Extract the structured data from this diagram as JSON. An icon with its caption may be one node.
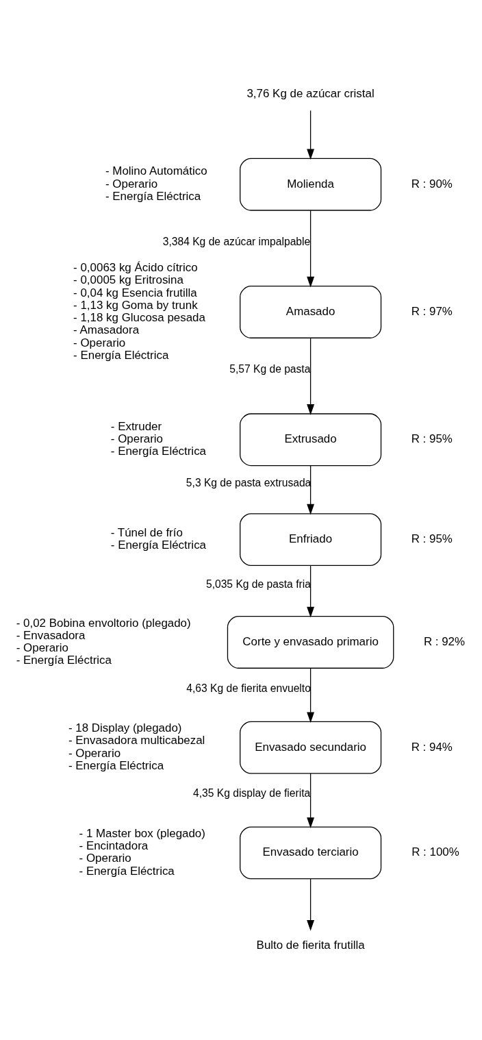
{
  "diagram": {
    "nodes": [
      {
        "text": [
          "3,76 Kg de azúcar cristal"
        ]
      },
      {
        "text": [
          "Molienda"
        ],
        "beside": [
          "- Molino Automático",
          "- Operario",
          "- Energía Eléctrica",
          "R : 90%"
        ]
      },
      {
        "text": [
          "Amasado"
        ],
        "beside": [
          "- 0,0063 kg Ácido cítrico",
          "- 0,0005 kg Eritrosina",
          "- 0,04 kg Esencia frutilla",
          "- 1,13 kg Goma by trunk",
          "- 1,18 kg Glucosa pesada",
          "- Amasadora",
          "- Operario",
          "- Energía Eléctrica",
          "R : 97%"
        ]
      },
      {
        "text": [
          "Extrusado"
        ],
        "beside": [
          "- Extruder",
          "- Operario",
          "- Energía Eléctrica",
          "R : 95%"
        ]
      },
      {
        "text": [
          "Enfriado"
        ],
        "beside": [
          "- Túnel de frío",
          "- Energía Eléctrica",
          "R : 95%"
        ]
      },
      {
        "text": [
          "Corte y envasado primario"
        ],
        "beside": [
          "- 0,02 Bobina envoltorio (plegado)",
          "- Envasadora",
          "- Operario",
          "- Energía Eléctrica",
          "R : 92%"
        ]
      },
      {
        "text": [
          "Envasado secundario"
        ],
        "beside": [
          "- 18 Display (plegado)",
          "- Envasadora multicabezal",
          "- Operario",
          "- Energía Eléctrica",
          "R : 94%"
        ]
      },
      {
        "text": [
          "Envasado terciario"
        ],
        "beside": [
          "- 1 Master box (plegado)",
          "- Encintadora",
          "- Operario",
          "- Energía Eléctrica",
          "R : 100%"
        ]
      },
      {
        "text": [
          "Bulto de fierita frutilla"
        ]
      }
    ],
    "edges": [
      {
        "from": 0,
        "to": 1,
        "arrow": "to"
      },
      {
        "from": 1,
        "to": 2,
        "arrow": "to",
        "label": "3,384 Kg de azúcar impalpable"
      },
      {
        "from": 2,
        "to": 3,
        "arrow": "to",
        "label": "5,57 Kg de pasta"
      },
      {
        "from": 3,
        "to": 4,
        "arrow": "to",
        "label": "5,3 Kg de pasta extrusada"
      },
      {
        "from": 4,
        "to": 5,
        "arrow": "to",
        "label": "5,035 Kg de pasta fria"
      },
      {
        "from": 5,
        "to": 6,
        "arrow": "to",
        "label": "4,63 Kg de fierita envuelto"
      },
      {
        "from": 6,
        "to": 7,
        "arrow": "to",
        "label": "4,35 Kg display de fierita"
      },
      {
        "from": 7,
        "to": 8,
        "arrow": "to"
      }
    ]
  }
}
